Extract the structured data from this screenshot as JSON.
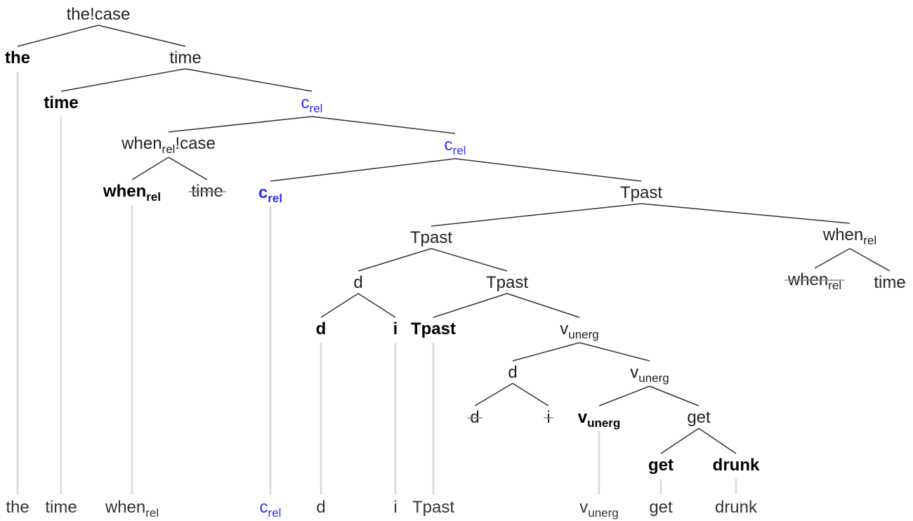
{
  "diagram": {
    "type": "syntax-tree",
    "colors": {
      "default": "#222222",
      "relative_complementizer": "#2b2bff",
      "projection_line": "#d9d9d9"
    },
    "nodes": [
      {
        "id": "n1",
        "label": "the!case"
      },
      {
        "id": "n2",
        "label": "the",
        "bold": true
      },
      {
        "id": "n3",
        "label": "time"
      },
      {
        "id": "n4",
        "label": "time",
        "bold": true
      },
      {
        "id": "n5",
        "label": "c",
        "sub": "rel",
        "color": "blue"
      },
      {
        "id": "n6",
        "label": "when",
        "sub": "rel",
        "suffix": "!case"
      },
      {
        "id": "n7",
        "label": "c",
        "sub": "rel",
        "color": "blue"
      },
      {
        "id": "n8",
        "label": "when",
        "sub": "rel",
        "bold": true
      },
      {
        "id": "n9",
        "label": "time",
        "struck": true
      },
      {
        "id": "n10",
        "label": "c",
        "sub": "rel",
        "color": "blue",
        "bold": true
      },
      {
        "id": "n11",
        "label": "Tpast"
      },
      {
        "id": "n12",
        "label": "Tpast"
      },
      {
        "id": "n13",
        "label": "when",
        "sub": "rel"
      },
      {
        "id": "n14",
        "label": "d"
      },
      {
        "id": "n15",
        "label": "Tpast"
      },
      {
        "id": "n16",
        "label": "when",
        "sub": "rel",
        "struck": true
      },
      {
        "id": "n17",
        "label": "time"
      },
      {
        "id": "n18",
        "label": "d",
        "bold": true
      },
      {
        "id": "n19",
        "label": "i",
        "bold": true
      },
      {
        "id": "n20",
        "label": "Tpast",
        "bold": true
      },
      {
        "id": "n21",
        "label": "v",
        "sub": "unerg"
      },
      {
        "id": "n22",
        "label": "d"
      },
      {
        "id": "n23",
        "label": "v",
        "sub": "unerg"
      },
      {
        "id": "n24",
        "label": "d",
        "struck": true
      },
      {
        "id": "n25",
        "label": "i",
        "struck": true
      },
      {
        "id": "n26",
        "label": "v",
        "sub": "unerg",
        "bold": true
      },
      {
        "id": "n27",
        "label": "get"
      },
      {
        "id": "n28",
        "label": "get",
        "bold": true
      },
      {
        "id": "n29",
        "label": "drunk",
        "bold": true
      }
    ],
    "edges": [
      [
        "n1",
        "n2"
      ],
      [
        "n1",
        "n3"
      ],
      [
        "n3",
        "n4"
      ],
      [
        "n3",
        "n5"
      ],
      [
        "n5",
        "n6"
      ],
      [
        "n5",
        "n7"
      ],
      [
        "n6",
        "n8"
      ],
      [
        "n6",
        "n9"
      ],
      [
        "n7",
        "n10"
      ],
      [
        "n7",
        "n11"
      ],
      [
        "n11",
        "n12"
      ],
      [
        "n11",
        "n13"
      ],
      [
        "n12",
        "n14"
      ],
      [
        "n12",
        "n15"
      ],
      [
        "n13",
        "n16"
      ],
      [
        "n13",
        "n17"
      ],
      [
        "n14",
        "n18"
      ],
      [
        "n14",
        "n19"
      ],
      [
        "n15",
        "n20"
      ],
      [
        "n15",
        "n21"
      ],
      [
        "n21",
        "n22"
      ],
      [
        "n21",
        "n23"
      ],
      [
        "n22",
        "n24"
      ],
      [
        "n22",
        "n25"
      ],
      [
        "n23",
        "n26"
      ],
      [
        "n23",
        "n27"
      ],
      [
        "n27",
        "n28"
      ],
      [
        "n27",
        "n29"
      ]
    ],
    "yield": [
      {
        "id": "w1",
        "label": "the",
        "from": "n2"
      },
      {
        "id": "w2",
        "label": "time",
        "from": "n4"
      },
      {
        "id": "w3",
        "label": "when",
        "sub": "rel",
        "from": "n8"
      },
      {
        "id": "w4",
        "label": "c",
        "sub": "rel",
        "color": "blue",
        "from": "n10"
      },
      {
        "id": "w5",
        "label": "d",
        "from": "n18"
      },
      {
        "id": "w6",
        "label": "i",
        "from": "n19"
      },
      {
        "id": "w7",
        "label": "Tpast",
        "from": "n20"
      },
      {
        "id": "w8",
        "label": "v",
        "sub": "unerg",
        "from": "n26"
      },
      {
        "id": "w9",
        "label": "get",
        "from": "n28"
      },
      {
        "id": "w10",
        "label": "drunk",
        "from": "n29"
      }
    ]
  }
}
